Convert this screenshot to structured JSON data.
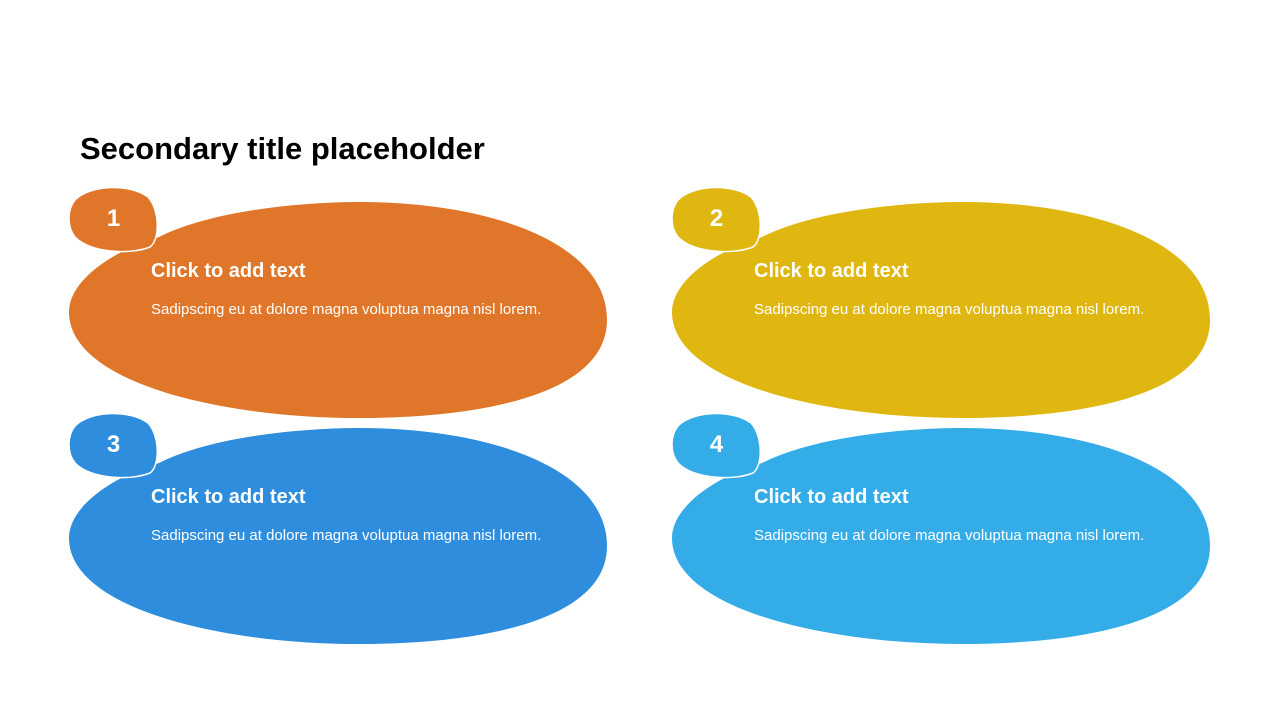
{
  "title": "Secondary title placeholder",
  "cards": [
    {
      "number": "1",
      "heading": "Click to add text",
      "body": "Sadipscing eu at dolore magna voluptua magna nisl lorem.",
      "color": "#E07629"
    },
    {
      "number": "2",
      "heading": "Click to add text",
      "body": "Sadipscing eu at dolore magna voluptua magna nisl lorem.",
      "color": "#E0B711"
    },
    {
      "number": "3",
      "heading": "Click to add text",
      "body": "Sadipscing eu at dolore magna voluptua magna nisl lorem.",
      "color": "#2E8DDC"
    },
    {
      "number": "4",
      "heading": "Click to add text",
      "body": "Sadipscing eu at dolore magna voluptua magna nisl lorem.",
      "color": "#33ACE8"
    }
  ]
}
